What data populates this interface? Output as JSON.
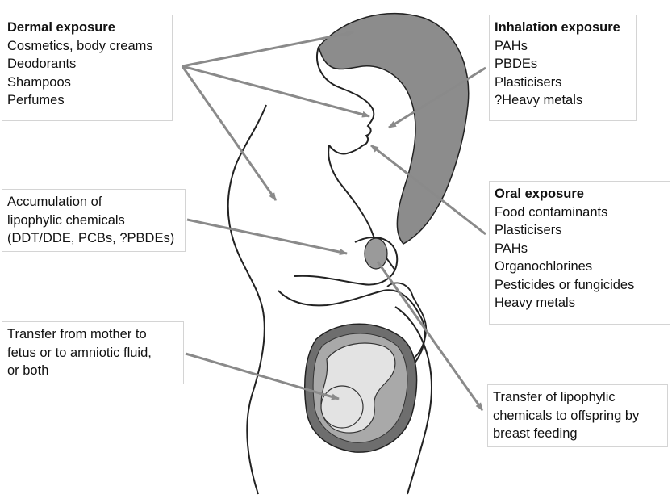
{
  "colors": {
    "arrow": "#8a8a8a",
    "hair": "#8c8c8c",
    "nipple": "#9a9a9a",
    "uterus_wall": "#6e6e6e",
    "amniotic": "#a9a9a9",
    "fetus": "#e3e3e3",
    "outline": "#222222",
    "panel_border": "#d4d4d4"
  },
  "boxes": {
    "dermal": {
      "title": "Dermal exposure",
      "items": [
        "Cosmetics, body creams",
        "Deodorants",
        "Shampoos",
        "Perfumes"
      ]
    },
    "inhalation": {
      "title": "Inhalation exposure",
      "items": [
        "PAHs",
        "PBDEs",
        "Plasticisers",
        "?Heavy metals"
      ]
    },
    "accumulation": {
      "lines": [
        "Accumulation of",
        "lipophylic chemicals",
        "(DDT/DDE, PCBs, ?PBDEs)"
      ]
    },
    "oral": {
      "title": "Oral exposure",
      "items": [
        "Food contaminants",
        "Plasticisers",
        "PAHs",
        "Organochlorines",
        "Pesticides or fungicides",
        "Heavy metals"
      ]
    },
    "fetal_transfer": {
      "lines": [
        "Transfer from mother to",
        "fetus or to amniotic fluid,",
        "or both"
      ]
    },
    "breast_feeding": {
      "lines": [
        "Transfer of lipophylic",
        "chemicals to offspring by",
        "breast feeding"
      ]
    }
  }
}
